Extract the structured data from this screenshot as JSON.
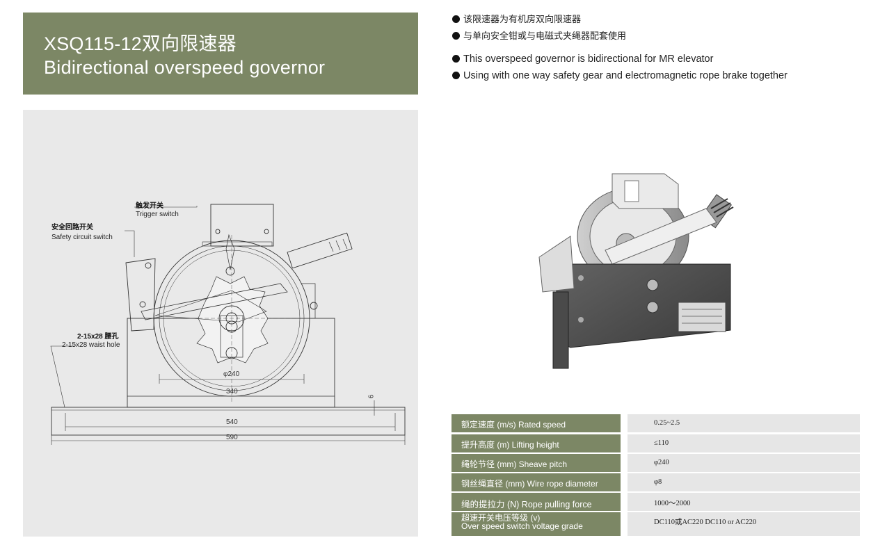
{
  "title": {
    "line1": "XSQ115-12双向限速器",
    "line2": "Bidirectional overspeed governor"
  },
  "bullets": [
    {
      "text": "该限速器为有机房双向限速器"
    },
    {
      "text": "与单向安全钳或与电磁式夹绳器配套使用"
    },
    {
      "text": "This overspeed governor is bidirectional for MR elevator"
    },
    {
      "text": "Using with one way safety gear and electromagnetic rope brake together"
    }
  ],
  "drawing": {
    "trigger_switch_zh": "触发开关",
    "trigger_switch_en": "Trigger switch",
    "safety_switch_zh": "安全回路开关",
    "safety_switch_en": "Safety circuit switch",
    "waist_hole_zh": "2-15x28 腰孔",
    "waist_hole_en": "2-15x28 waist hole",
    "dim_sheave": "φ240",
    "dim_340": "340",
    "dim_540": "540",
    "dim_590": "590",
    "dim_6": "6"
  },
  "specs": [
    {
      "label": "额定速度 (m/s) Rated speed",
      "value": "0.25~2.5"
    },
    {
      "label": "提升高度 (m) Lifting height",
      "value": "≤110"
    },
    {
      "label": "绳轮节径 (mm) Sheave pitch",
      "value": "φ240"
    },
    {
      "label": "钢丝绳直径 (mm) Wire rope diameter",
      "value": "φ8"
    },
    {
      "label": "绳的提拉力 (N) Rope pulling force",
      "value": "1000～2000"
    },
    {
      "label_line1": "超速开关电压等级 (v)",
      "label_line2": "Over speed switch voltage grade",
      "value": "DC110或AC220   DC110 or AC220"
    }
  ],
  "colors": {
    "accent": "#7c8765",
    "panel": "#e9e9e9",
    "cell": "#e6e6e6"
  }
}
